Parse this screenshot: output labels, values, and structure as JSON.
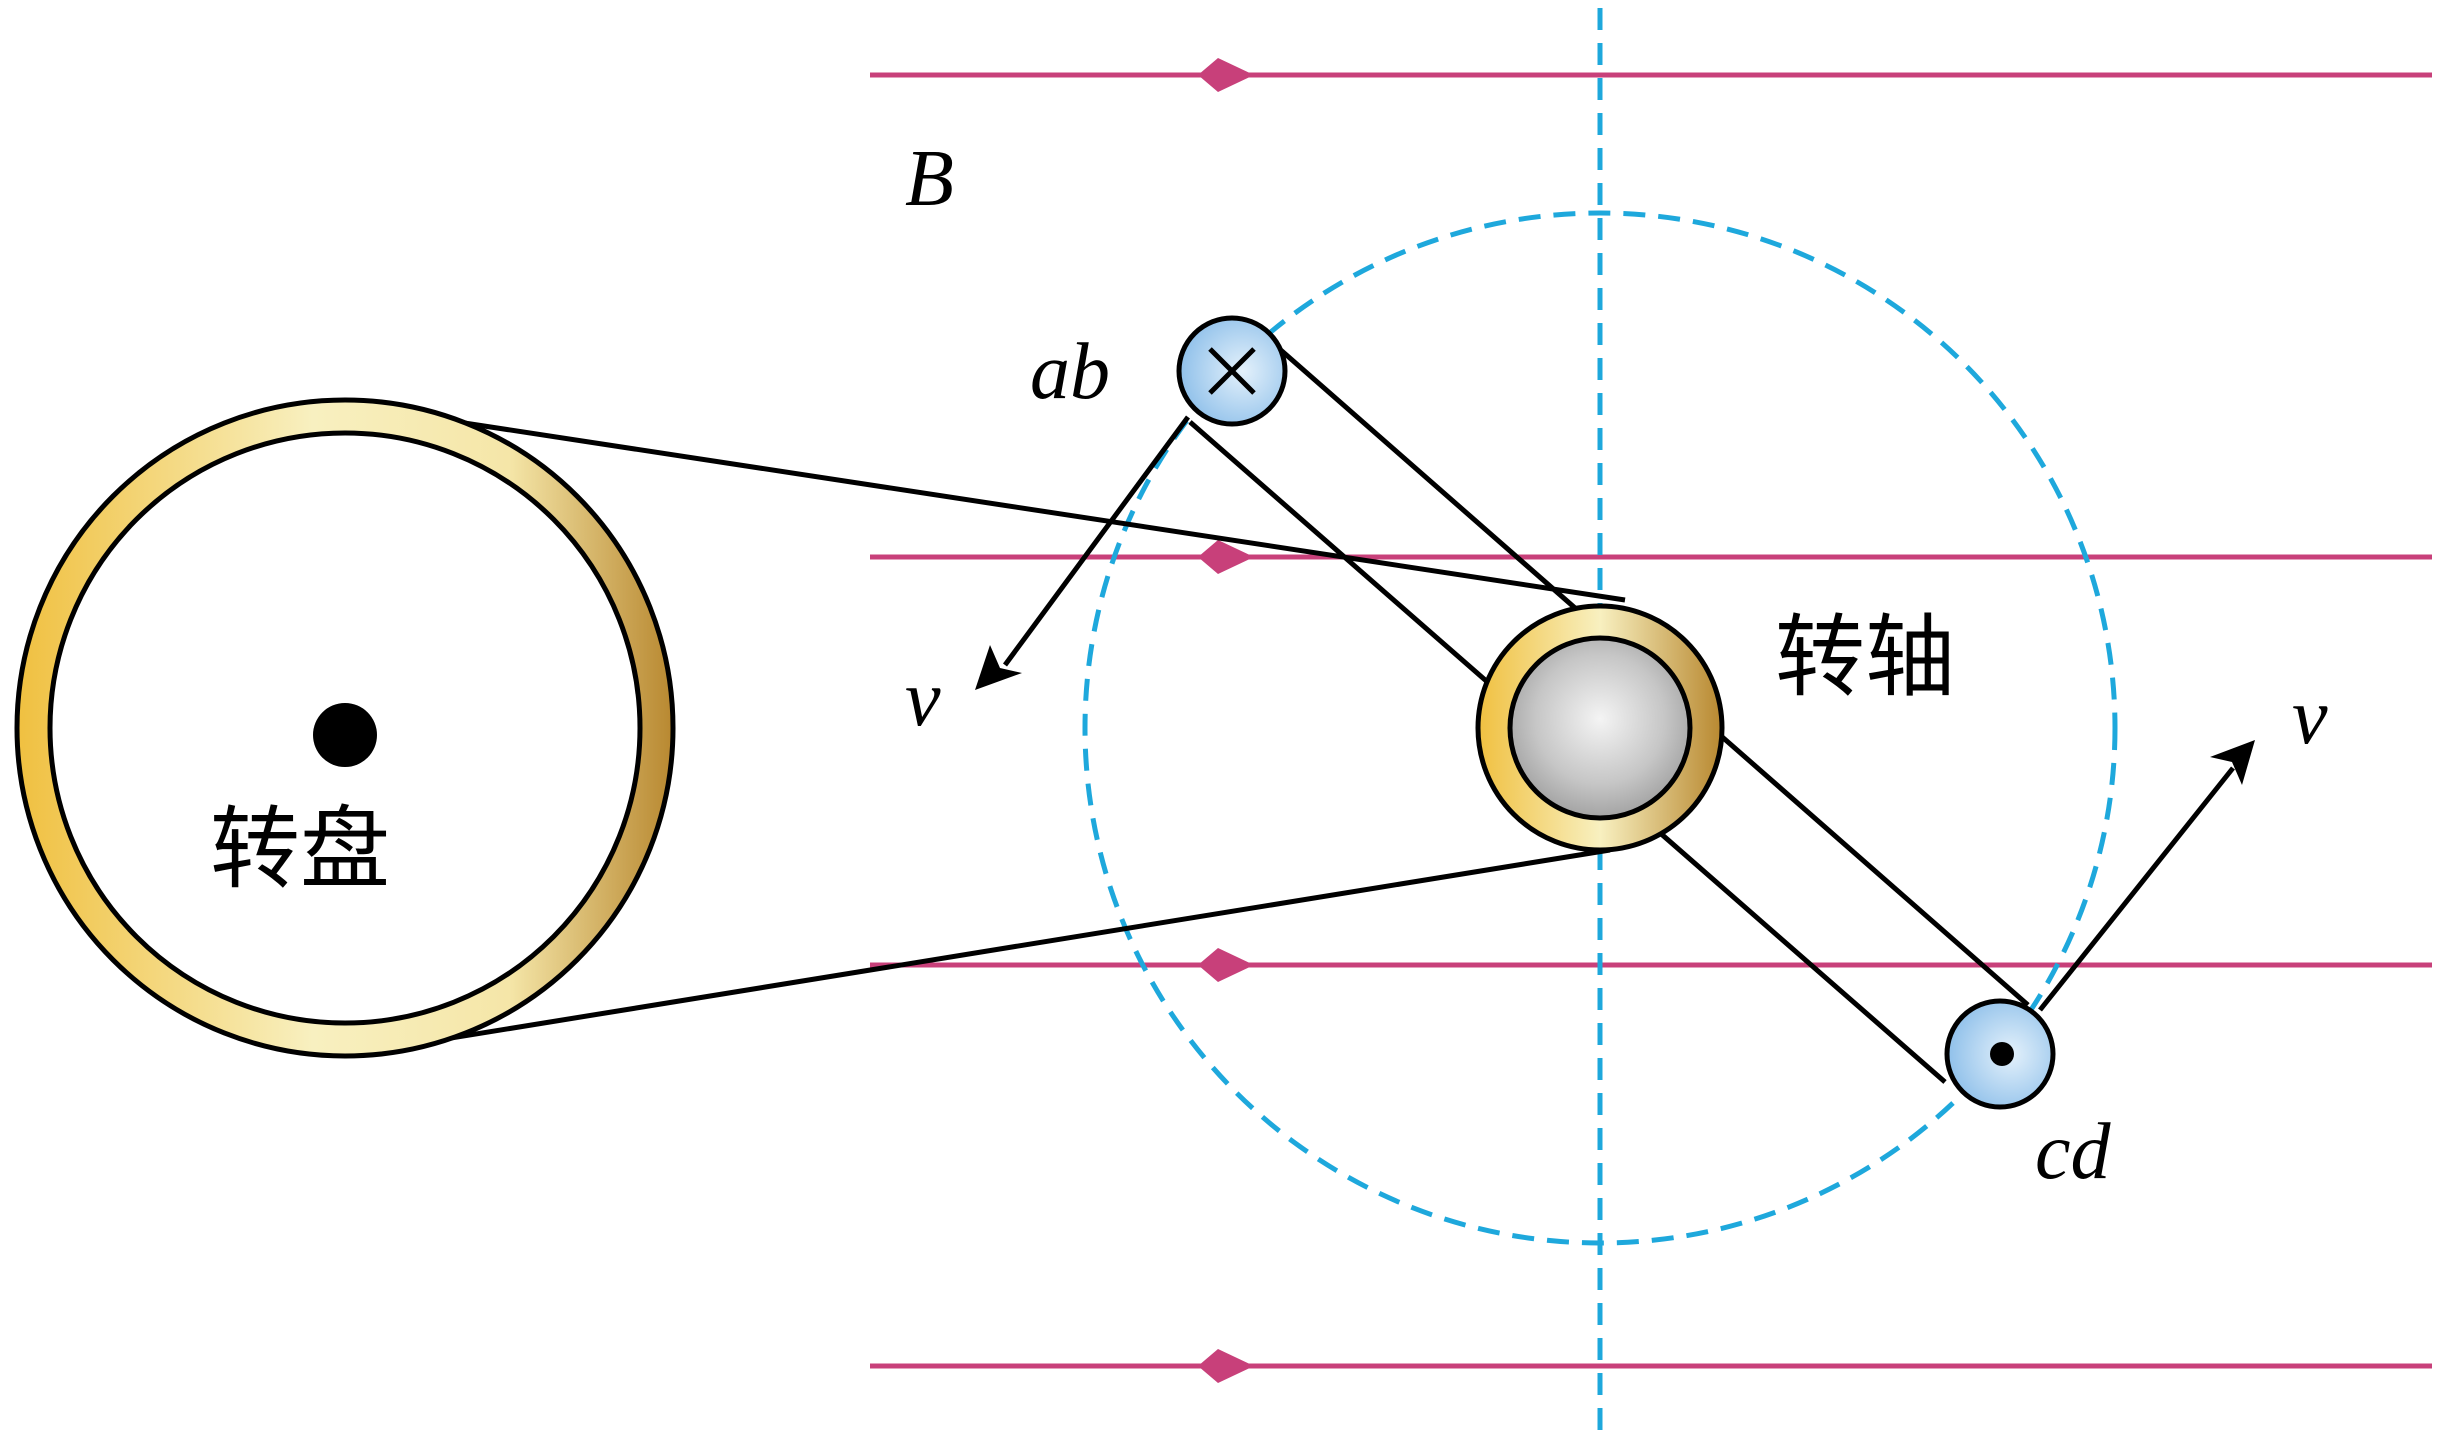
{
  "labels": {
    "field": "B",
    "conductor_ab": "ab",
    "conductor_cd": "cd",
    "velocity_ab": "v",
    "velocity_cd": "v",
    "shaft": "转轴",
    "turntable": "转盘"
  },
  "symbols": {
    "ab_direction": "into-page-cross",
    "cd_direction": "out-of-page-dot"
  },
  "colors": {
    "field_line": "#c8407a",
    "dashed_guide": "#1ea8dc",
    "gold_light": "#f8f0c0",
    "gold_mid": "#f0c040",
    "gold_dark": "#b88830",
    "conductor_fill": "#9ec9ee",
    "shaft_fill": "#c8c8c8",
    "stroke": "#000000"
  }
}
